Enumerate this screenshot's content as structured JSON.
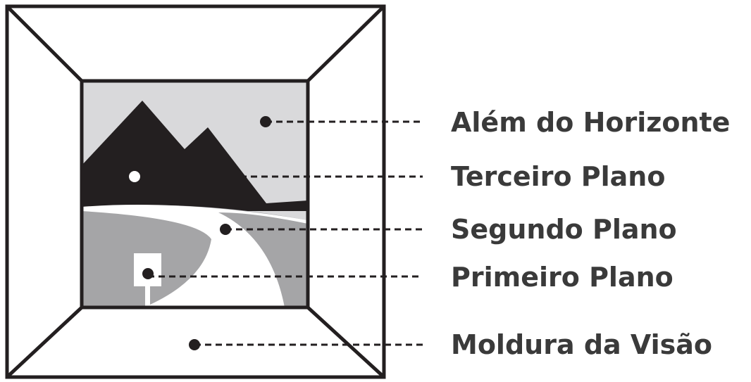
{
  "labels": {
    "beyond_horizon": "Além do Horizonte",
    "third_plane": "Terceiro Plano",
    "second_plane": "Segundo Plano",
    "first_plane": "Primeiro Plano",
    "vision_frame": "Moldura da Visão"
  },
  "colors": {
    "frame_stroke": "#231f20",
    "sky": "#d9d9db",
    "mountains": "#231f20",
    "ground": "#a5a5a7",
    "road": "#ffffff",
    "label_text": "#3a3a3a"
  }
}
